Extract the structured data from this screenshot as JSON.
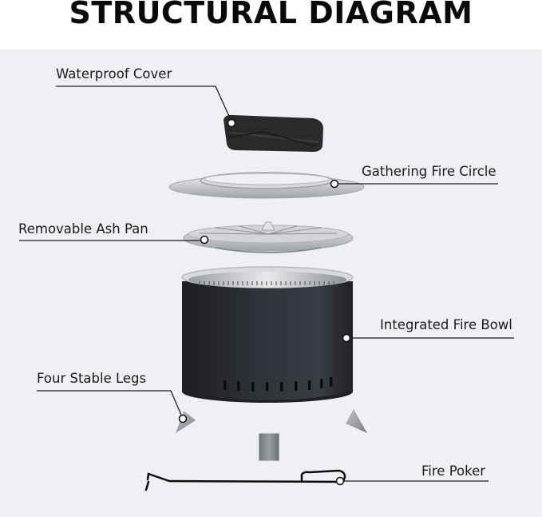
{
  "title": "STRUCTURAL DIAGRAM",
  "colors": {
    "background": "#eff0f3",
    "title_text": "#0a0a0a",
    "bowl_body": "#2b2d33",
    "steel": "#c9cbcf",
    "cover": "#2a2a2a",
    "leader_line": "#222222"
  },
  "parts": [
    {
      "id": "waterproof-cover",
      "label": "Waterproof Cover"
    },
    {
      "id": "gathering-fire-circle",
      "label": "Gathering Fire Circle"
    },
    {
      "id": "removable-ash-pan",
      "label": "Removable Ash Pan"
    },
    {
      "id": "integrated-fire-bowl",
      "label": "Integrated Fire Bowl"
    },
    {
      "id": "four-stable-legs",
      "label": "Four Stable Legs"
    },
    {
      "id": "fire-poker",
      "label": "Fire Poker"
    }
  ]
}
